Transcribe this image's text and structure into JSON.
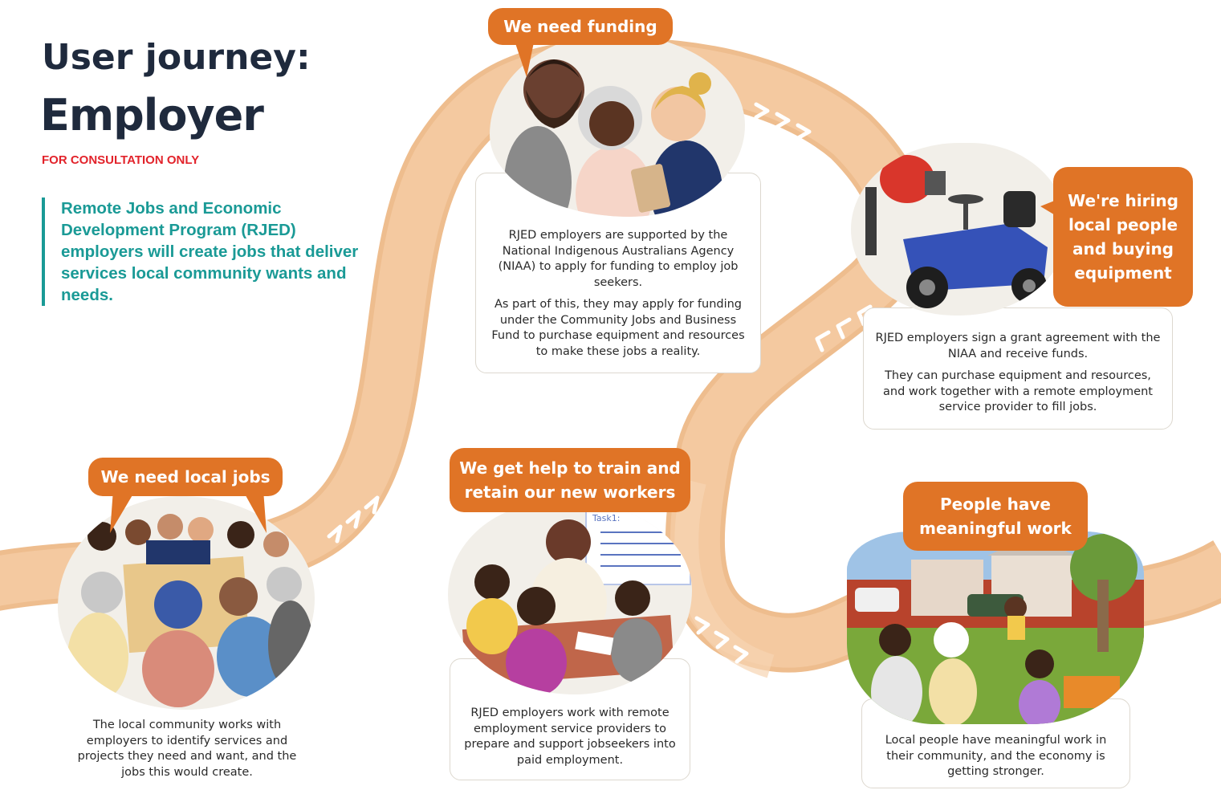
{
  "header": {
    "title_line1": "User journey:",
    "title_line2": "Employer",
    "consultation_note": "FOR CONSULTATION ONLY",
    "intro": "Remote Jobs and Economic Development Program (RJED) employers will create jobs that deliver services local community wants and needs."
  },
  "steps": [
    {
      "bubble": "We need local jobs",
      "paragraphs": [
        "The local community works with employers to identify services and projects they need and want, and the jobs this would create."
      ]
    },
    {
      "bubble": "We need funding",
      "paragraphs": [
        "RJED employers are supported by the National Indigenous Australians Agency (NIAA) to apply for funding to employ job seekers.",
        "As part of this, they may apply for funding under the Community Jobs and Business Fund to purchase equipment and resources to make these jobs a reality."
      ]
    },
    {
      "bubble": "We're hiring local people and buying equipment",
      "paragraphs": [
        "RJED employers sign a grant agreement with the NIAA and receive funds.",
        "They can purchase equipment and resources, and work together with a remote employment service provider to fill jobs."
      ]
    },
    {
      "bubble": "We get help to train and retain our new workers",
      "paragraphs": [
        "RJED employers work with remote employment service providers to prepare and support jobseekers into paid employment."
      ]
    },
    {
      "bubble": "People have meaningful work",
      "paragraphs": [
        "Local people have meaningful work in their community, and the economy is getting stronger."
      ]
    }
  ],
  "illustration": {
    "whiteboard_text": "Task1:"
  },
  "colors": {
    "road": "#f4c9a0",
    "road_edge": "#eebd8e",
    "bubble": "#e07426",
    "title": "#1f2a3d",
    "accent_teal": "#1a9a96",
    "alert_red": "#e2232b",
    "illustration_bg": "#f2efe9"
  }
}
